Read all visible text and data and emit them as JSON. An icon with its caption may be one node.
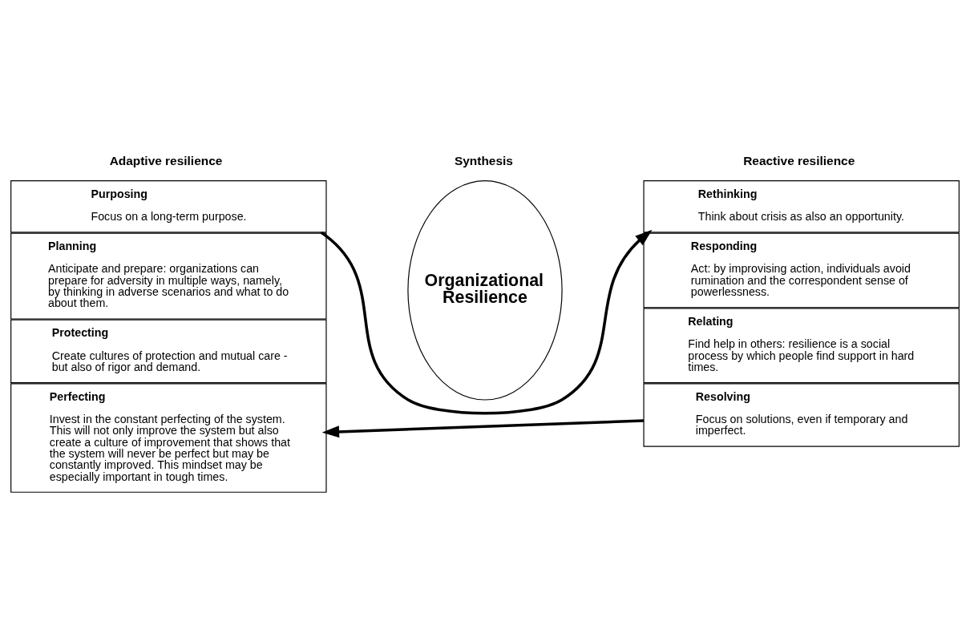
{
  "diagram": {
    "nodes": [
      {
        "text": [
          "Purposing",
          "Focus on a long-term purpose."
        ]
      },
      {
        "text": [
          "Planning",
          "Anticipate and prepare: organizations can prepare for adversity in multiple ways, namely, by thinking in adverse scenarios and what to do about them."
        ]
      },
      {
        "text": [
          "Protecting",
          "Create cultures of protection and mutual care - but also of rigor and demand."
        ]
      },
      {
        "text": [
          "Perfecting",
          "Invest in the constant perfecting of the system. This will not only improve the system but also create a culture of improvement that shows that the system will never be perfect but may be constantly improved. This mindset may be especially important in tough times."
        ]
      },
      {
        "text": [
          "Organizational Resilience"
        ]
      },
      {
        "text": [
          "Rethinking",
          "Think about crisis as also an opportunity."
        ]
      },
      {
        "text": [
          "Responding",
          "Act: by improvising action, individuals avoid rumination and the correspondent sense of powerlessness."
        ]
      },
      {
        "text": [
          "Relating",
          "Find help in others: resilience is a social process by which people find support in hard times."
        ]
      },
      {
        "text": [
          "Resolving",
          "Focus on solutions, even if temporary and imperfect."
        ]
      }
    ],
    "edges": [
      {
        "from": 0,
        "to": 5,
        "arrow": "to"
      },
      {
        "from": 8,
        "to": 3,
        "arrow": "to"
      }
    ],
    "labels": [
      "Adaptive resilience",
      "Synthesis",
      "Reactive resilience"
    ]
  }
}
